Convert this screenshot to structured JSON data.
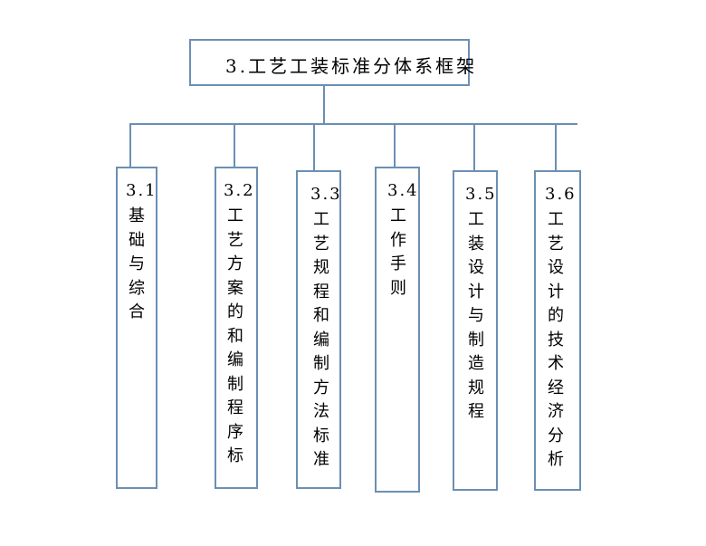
{
  "root": {
    "title": "3.工艺工装标准分体系框架"
  },
  "children": [
    {
      "number": "3.1",
      "label": "基础与综合"
    },
    {
      "number": "3.2",
      "label": "工艺方案的和编制程序标"
    },
    {
      "number": "3.3",
      "label": "工艺规程和编制方法标准"
    },
    {
      "number": "3.4",
      "label": "工作手则"
    },
    {
      "number": "3.5",
      "label": "工装设计与制造规程"
    },
    {
      "number": "3.6",
      "label": "工艺设计的技术经济分析"
    }
  ],
  "colors": {
    "line": "#6b8fb4",
    "text": "#000000"
  }
}
